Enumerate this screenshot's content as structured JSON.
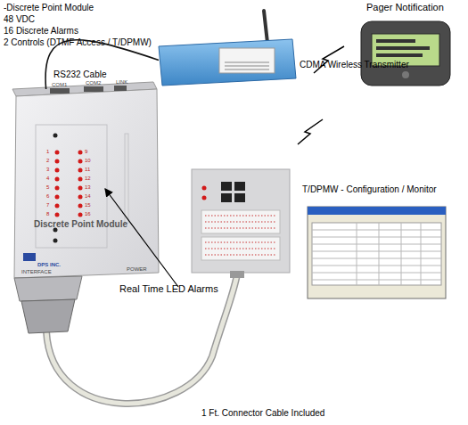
{
  "diagram": {
    "nodes": [
      {
        "text": [
          "COM1",
          "COM2",
          "LINK",
          "Discrete Point Module",
          "DPS INC.",
          "INTERFACE",
          "POWER"
        ]
      },
      {
        "text": [
          "CDMA Wireless Transmitter"
        ]
      },
      {
        "text": [
          "Pager Notification"
        ]
      },
      {
        "text": [
          "T/DPMW - Configuration / Monitor"
        ]
      }
    ],
    "edges": [
      {
        "from": 0,
        "to": 1,
        "arrow": "none",
        "label": "RS232 Cable"
      }
    ],
    "labels": [
      "-Discrete Point Module",
      "48 VDC",
      "16 Discrete Alarms",
      "2 Controls (DTMF Access / T/DPMW)",
      "Real Time LED Alarms",
      "1 Ft. Connector Cable Included",
      "1",
      "2",
      "3",
      "4",
      "5",
      "6",
      "7",
      "8",
      "9",
      "10",
      "11",
      "12",
      "13",
      "14",
      "15",
      "16"
    ]
  }
}
